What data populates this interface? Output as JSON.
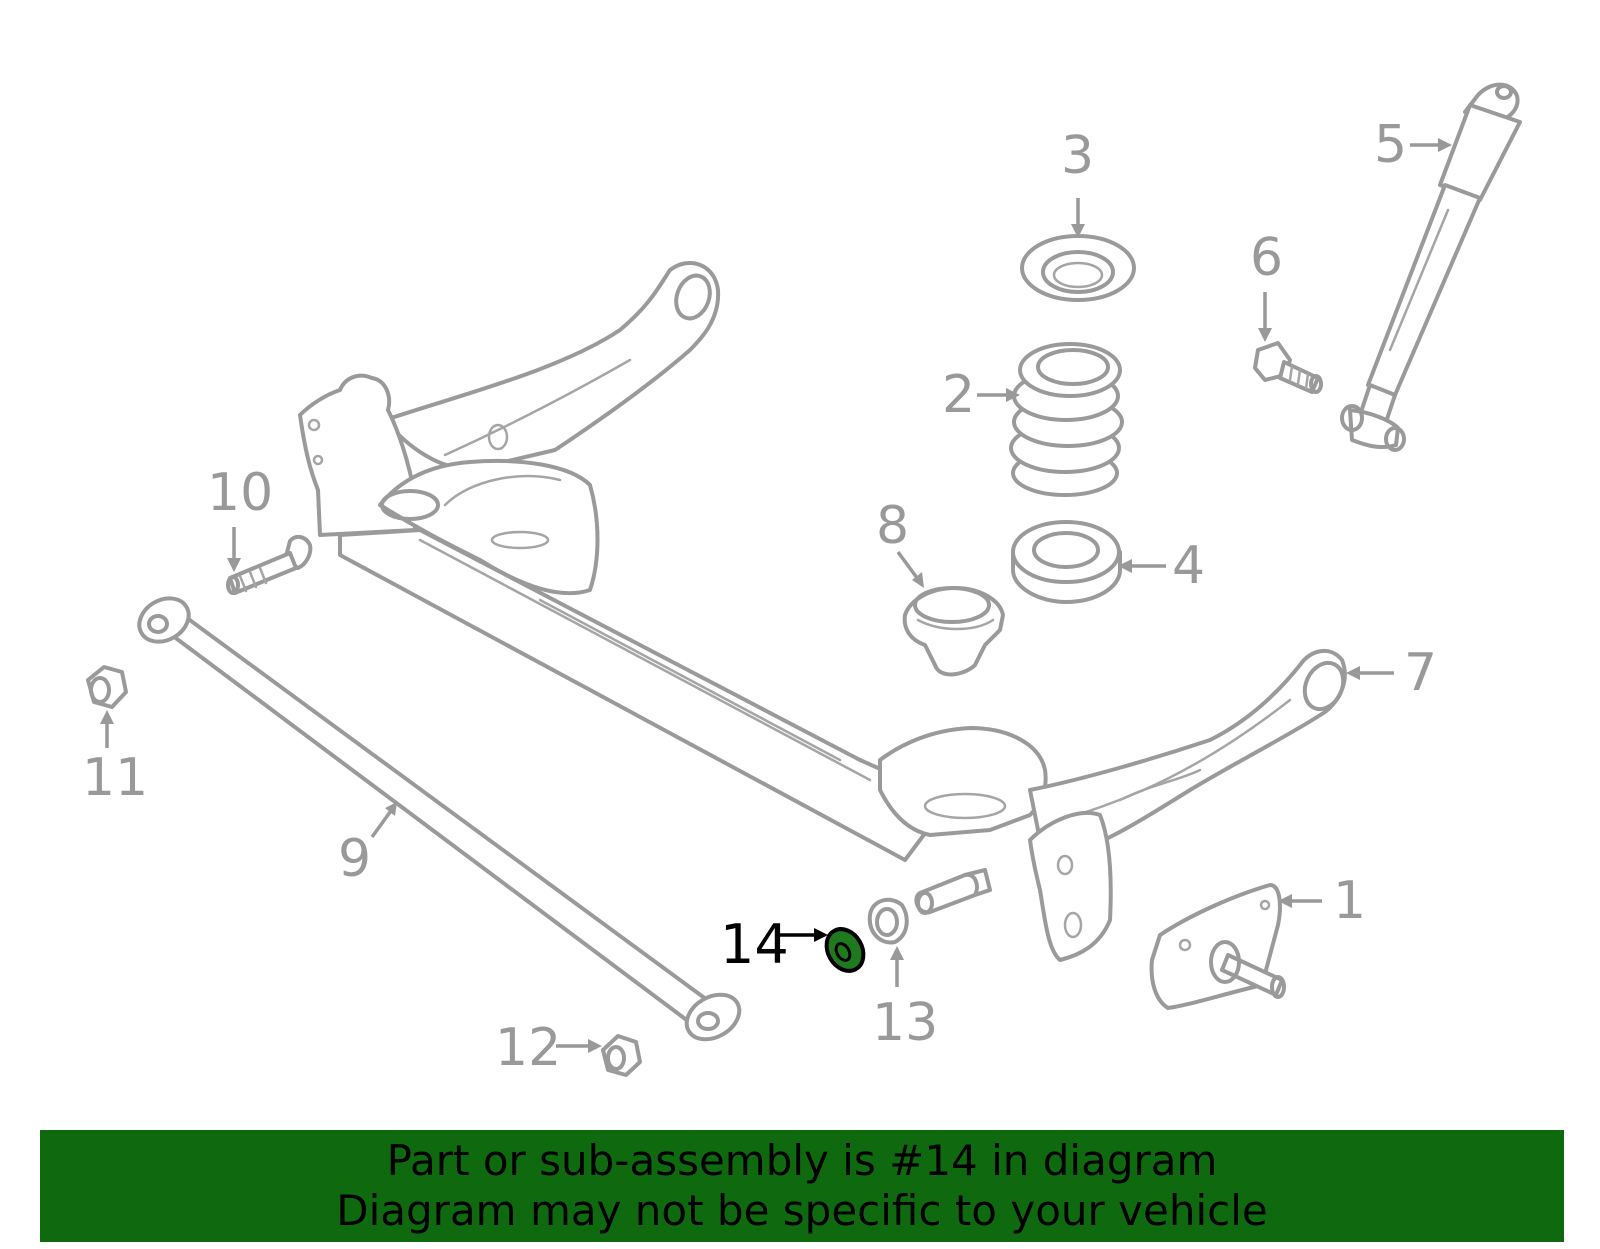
{
  "callouts": [
    {
      "number": "1"
    },
    {
      "number": "2"
    },
    {
      "number": "3"
    },
    {
      "number": "4"
    },
    {
      "number": "5"
    },
    {
      "number": "6"
    },
    {
      "number": "7"
    },
    {
      "number": "8"
    },
    {
      "number": "9"
    },
    {
      "number": "10"
    },
    {
      "number": "11"
    },
    {
      "number": "12"
    },
    {
      "number": "13"
    },
    {
      "number": "14"
    }
  ],
  "highlighted_part": "14",
  "colors": {
    "banner_background": "#0f6a0f",
    "highlight_part_fill": "#1f7a1f",
    "line_art": "#9a9a9a"
  },
  "banner": {
    "line1": "Part or sub-assembly is #14 in diagram",
    "line2": "Diagram may not be specific to your vehicle"
  }
}
